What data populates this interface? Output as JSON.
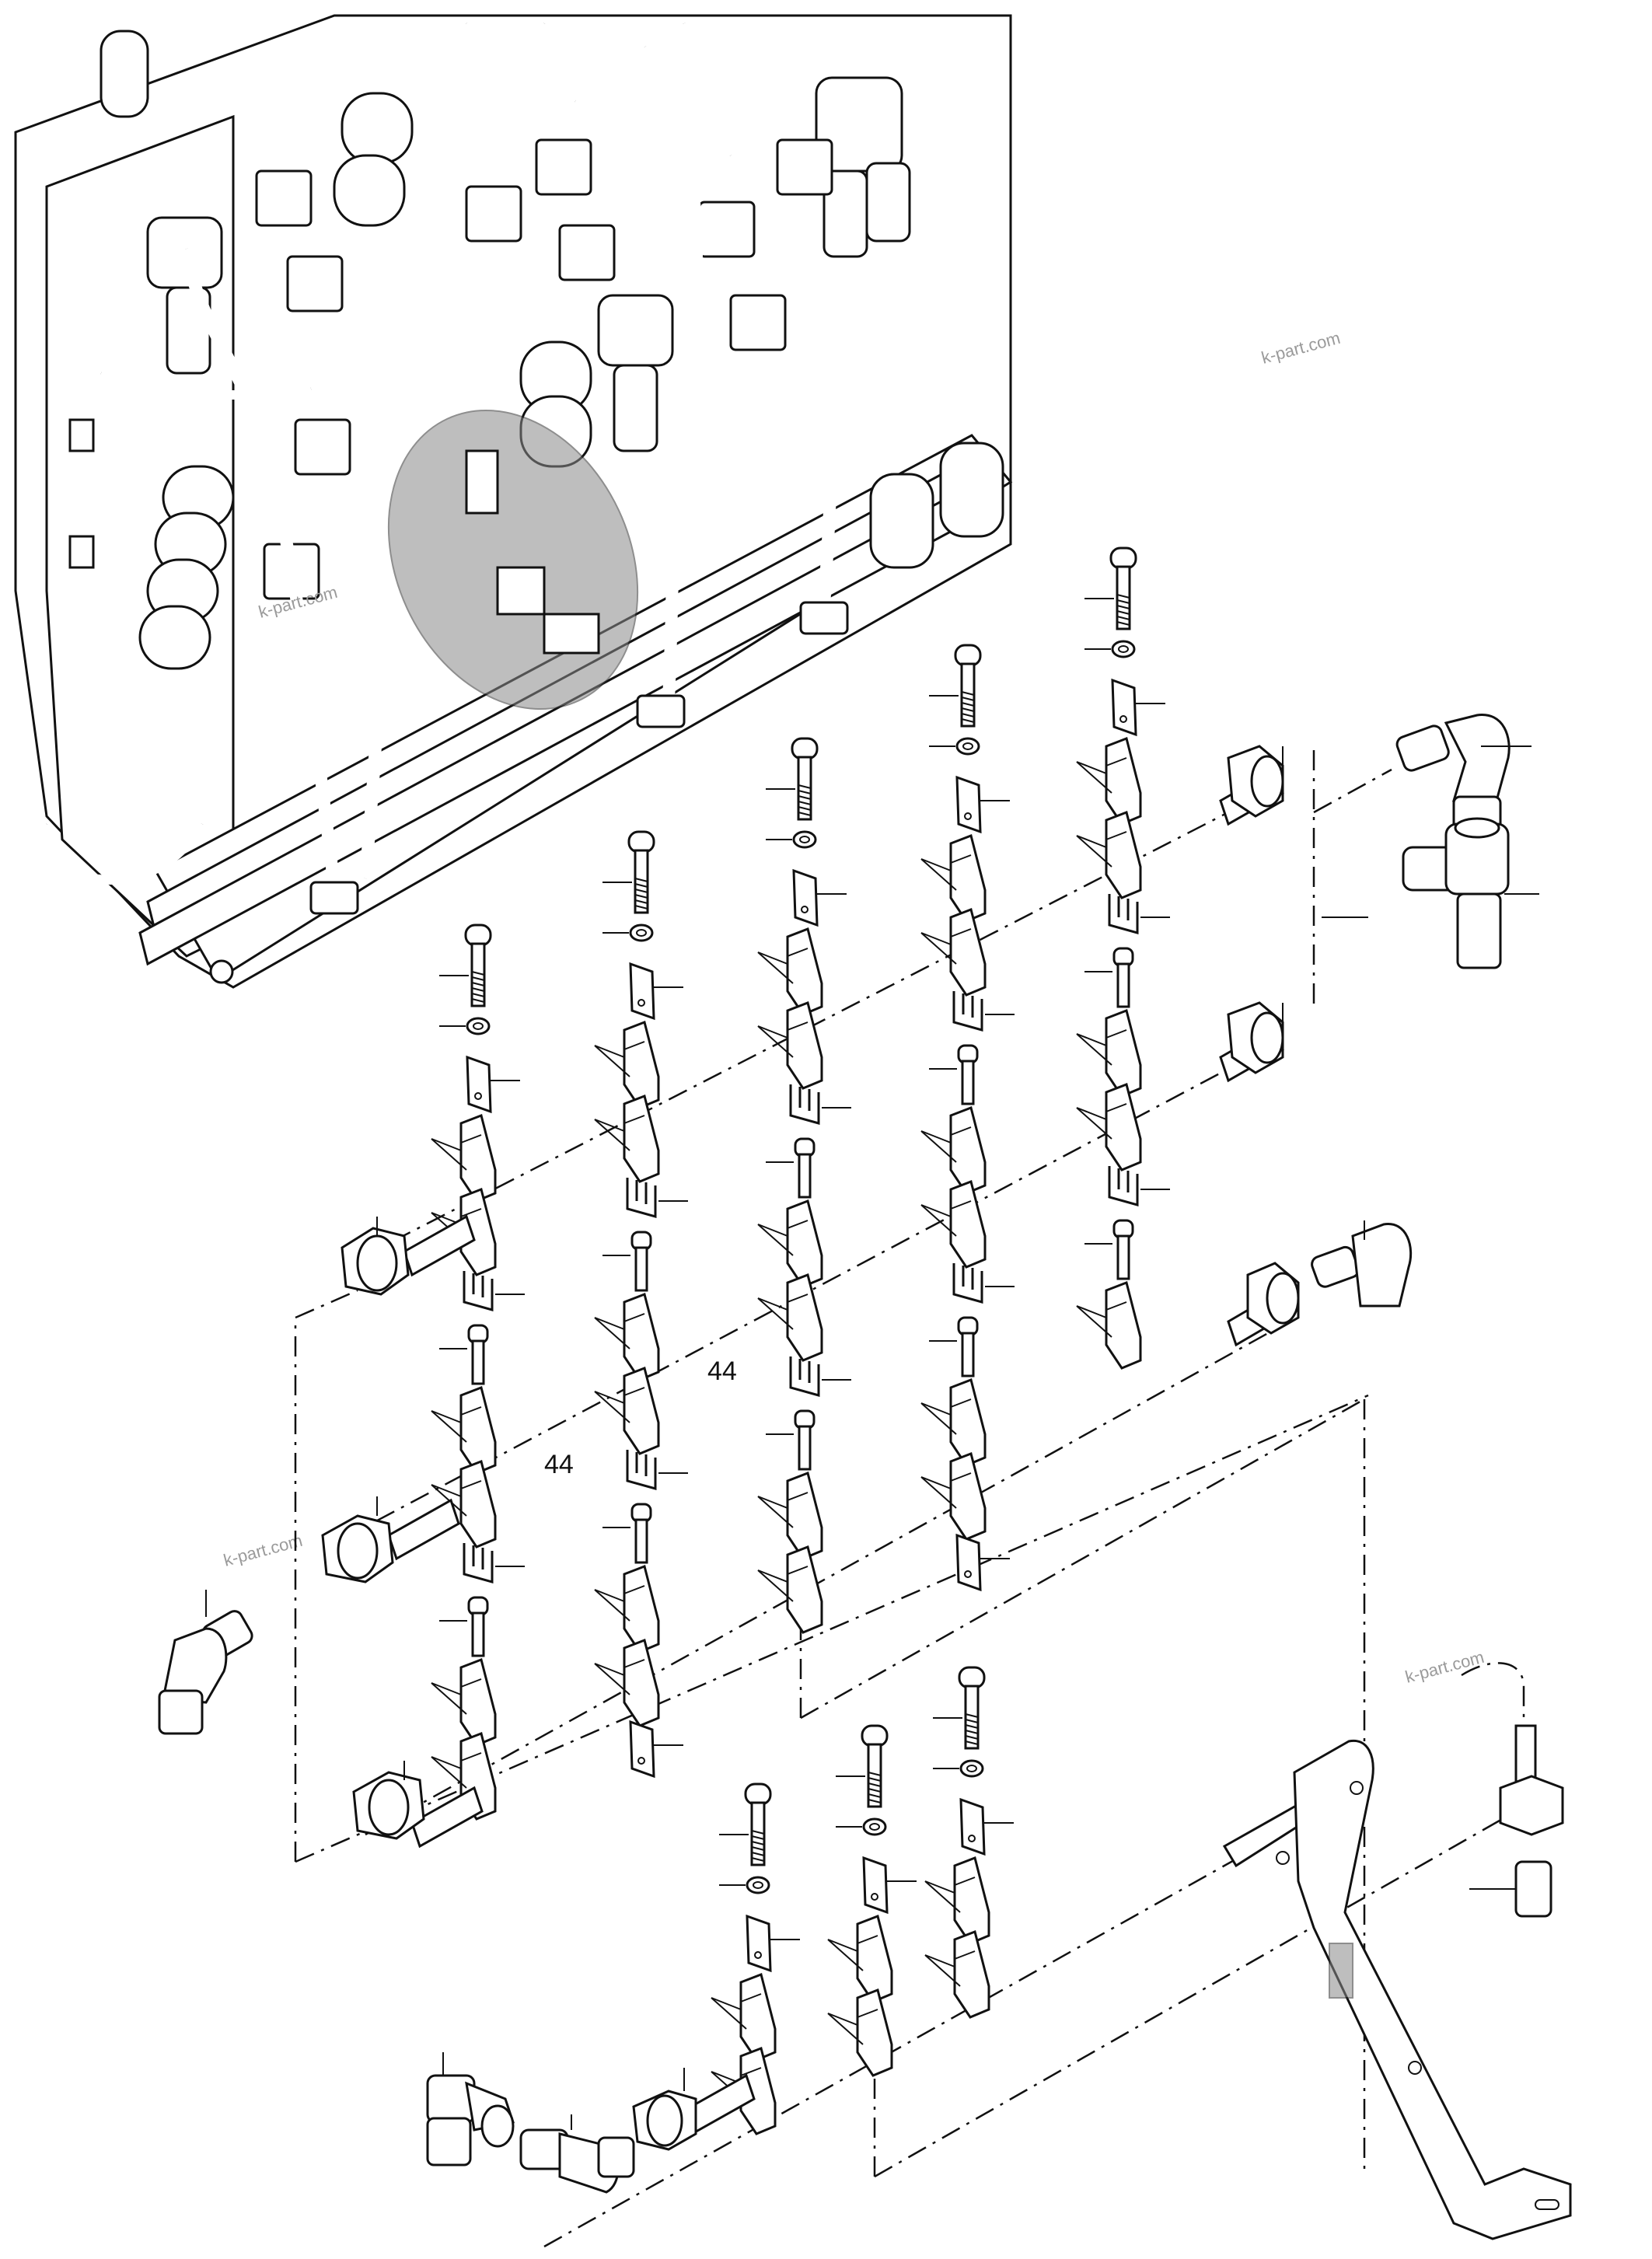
{
  "diagram": {
    "reference_labels": [
      "44",
      "44"
    ],
    "watermarks": [
      "k-part.com",
      "k-part.com",
      "k-part.com",
      "k-part.com"
    ],
    "colors": {
      "line": "#111111",
      "background": "#ffffff",
      "highlight": "#8a8a8a"
    }
  }
}
